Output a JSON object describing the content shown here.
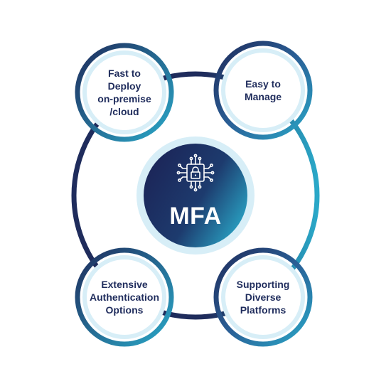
{
  "hub": {
    "title": "MFA",
    "icon": "circuit-lock-icon"
  },
  "nodes": [
    {
      "id": "top-left",
      "lines": [
        "Fast to",
        "Deploy",
        "on-premise",
        "/cloud"
      ]
    },
    {
      "id": "top-right",
      "lines": [
        "Easy to",
        "Manage"
      ]
    },
    {
      "id": "bottom-left",
      "lines": [
        "Extensive",
        "Authentication",
        "Options"
      ]
    },
    {
      "id": "bottom-right",
      "lines": [
        "Supporting",
        "Diverse",
        "Platforms"
      ]
    }
  ],
  "colors": {
    "navy": "#1f2c5c",
    "teal": "#2aa8c8",
    "light_ring": "#d7eef7",
    "white": "#ffffff"
  }
}
